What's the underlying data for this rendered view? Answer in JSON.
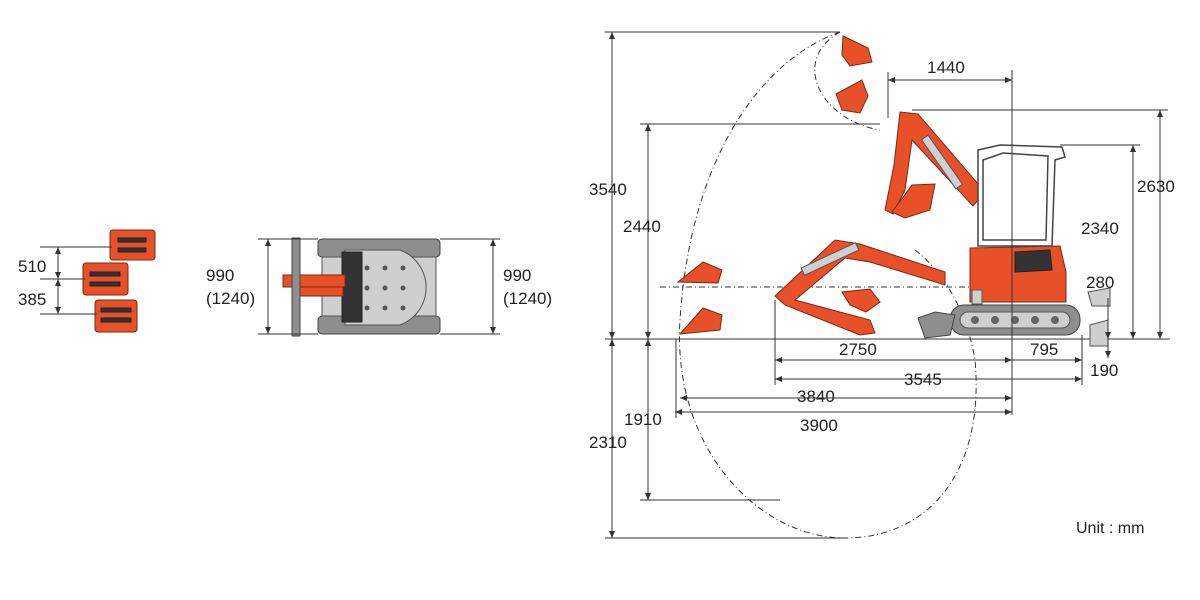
{
  "diagram": {
    "unit_label": "Unit : mm",
    "colors": {
      "body": "#e8502a",
      "track": "#8e8e8e",
      "line": "#333333"
    },
    "bucket_views": {
      "dimensions": {
        "upper_offset": "510",
        "lower_offset": "385"
      }
    },
    "top_view": {
      "dimensions": {
        "left_width": "990",
        "left_width_alt": "(1240)",
        "right_width": "990",
        "right_width_alt": "(1240)"
      }
    },
    "side_view": {
      "dimensions": {
        "max_digging_height": "3540",
        "max_dumping_height": "2440",
        "max_digging_depth": "2310",
        "max_vertical_wall_depth": "1910",
        "min_swing_radius_front": "1440",
        "overall_height": "2630",
        "cabin_height": "2340",
        "blade_lift": "280",
        "blade_depth": "190",
        "overall_length": "3545",
        "tail_length": "795",
        "transport_boom_length": "2750",
        "max_reach_ground": "3840",
        "max_reach": "3900"
      }
    }
  }
}
